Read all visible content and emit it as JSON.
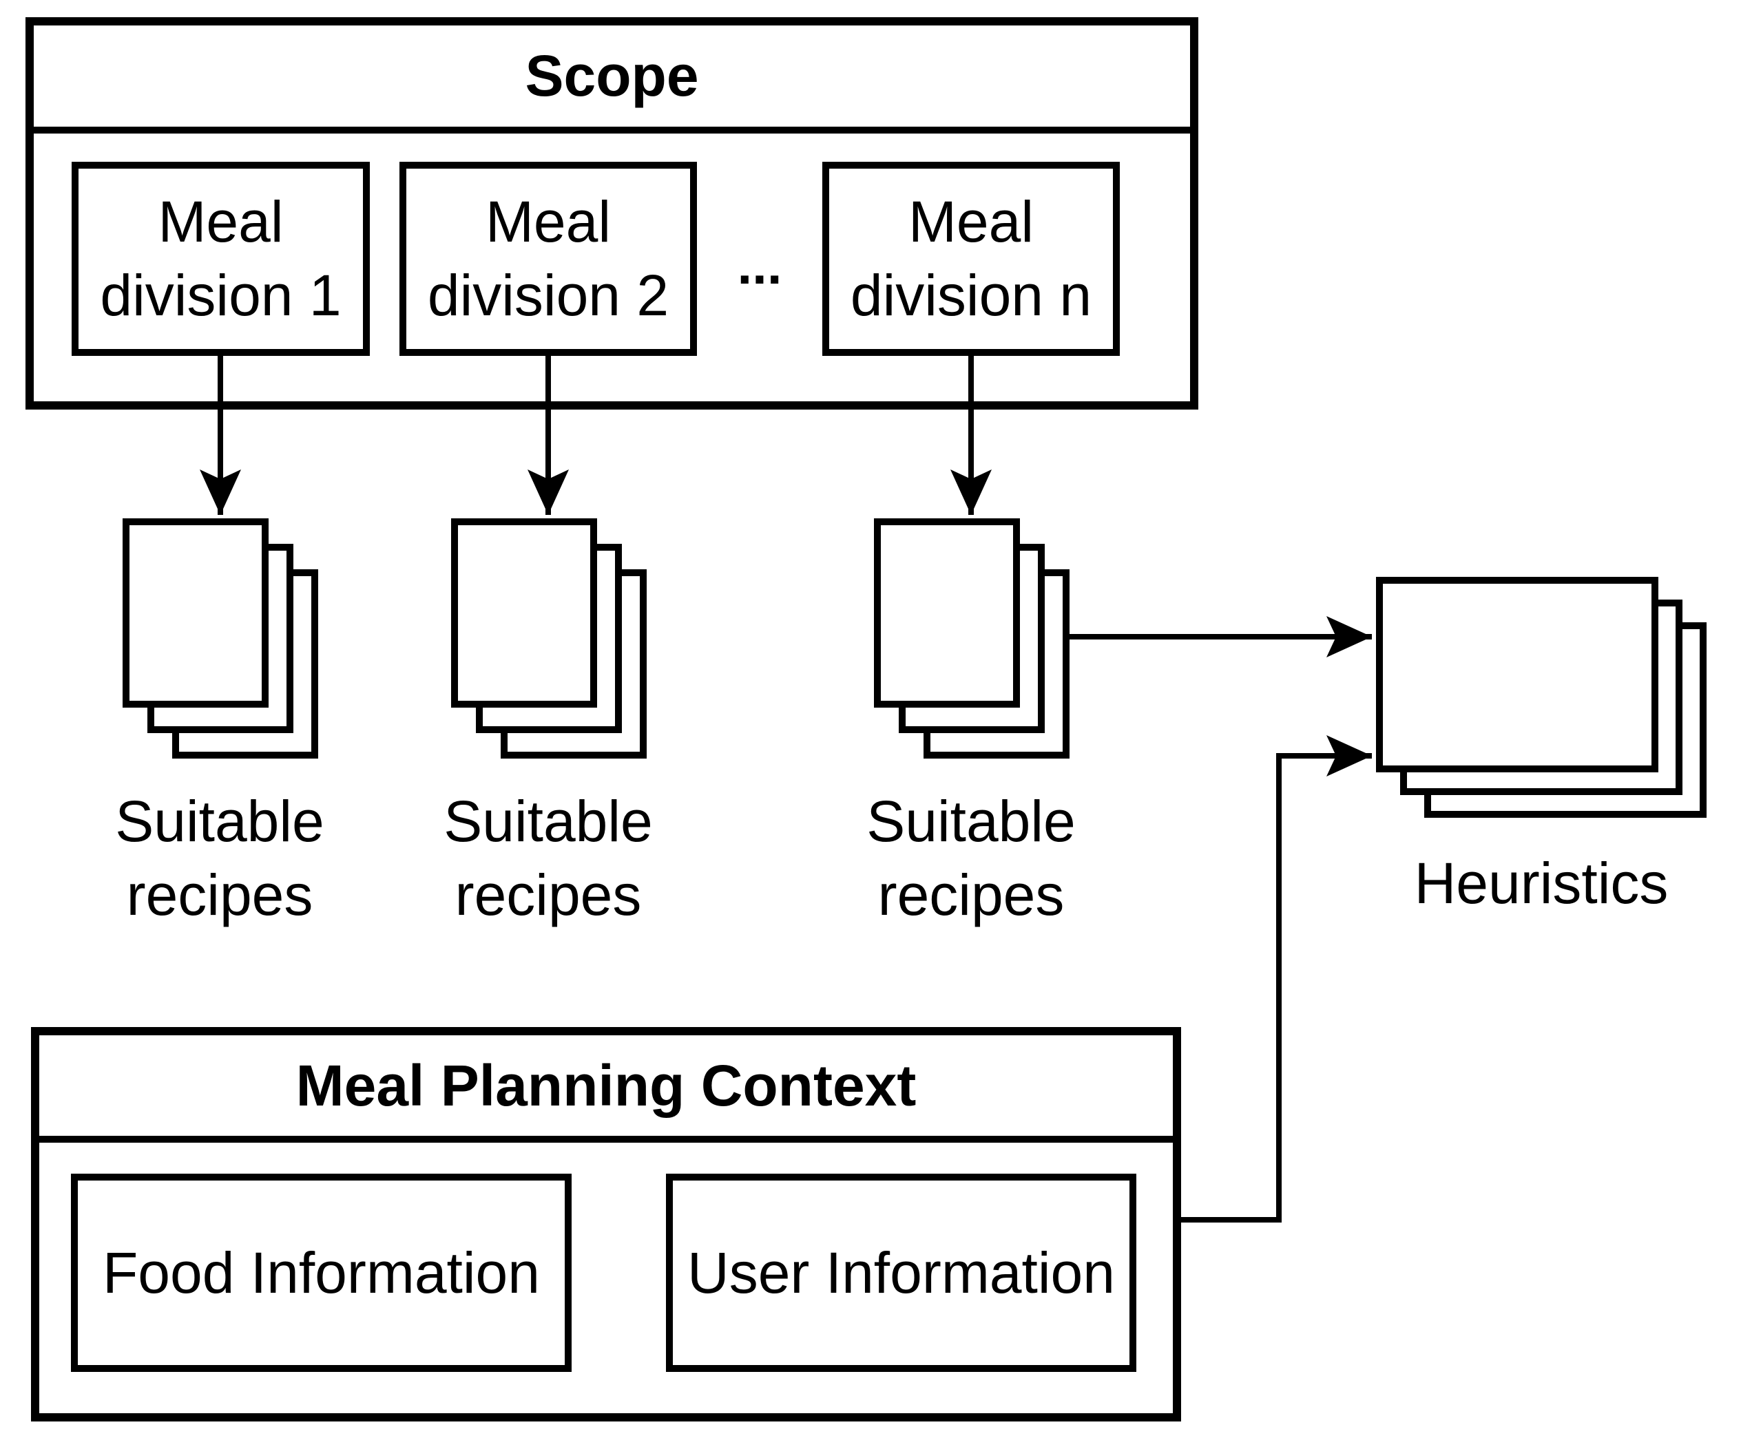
{
  "colors": {
    "stroke": "#000000",
    "background": "#ffffff"
  },
  "scope": {
    "title": "Scope",
    "divisions": [
      "Meal\ndivision 1",
      "Meal\ndivision 2",
      "Meal\ndivision n"
    ],
    "ellipsis": "..."
  },
  "recipes": {
    "labels": [
      "Suitable\nrecipes",
      "Suitable\nrecipes",
      "Suitable\nrecipes"
    ]
  },
  "heuristics": {
    "label": "Heuristics"
  },
  "context": {
    "title": "Meal Planning Context",
    "items": [
      "Food Information",
      "User Information"
    ]
  }
}
